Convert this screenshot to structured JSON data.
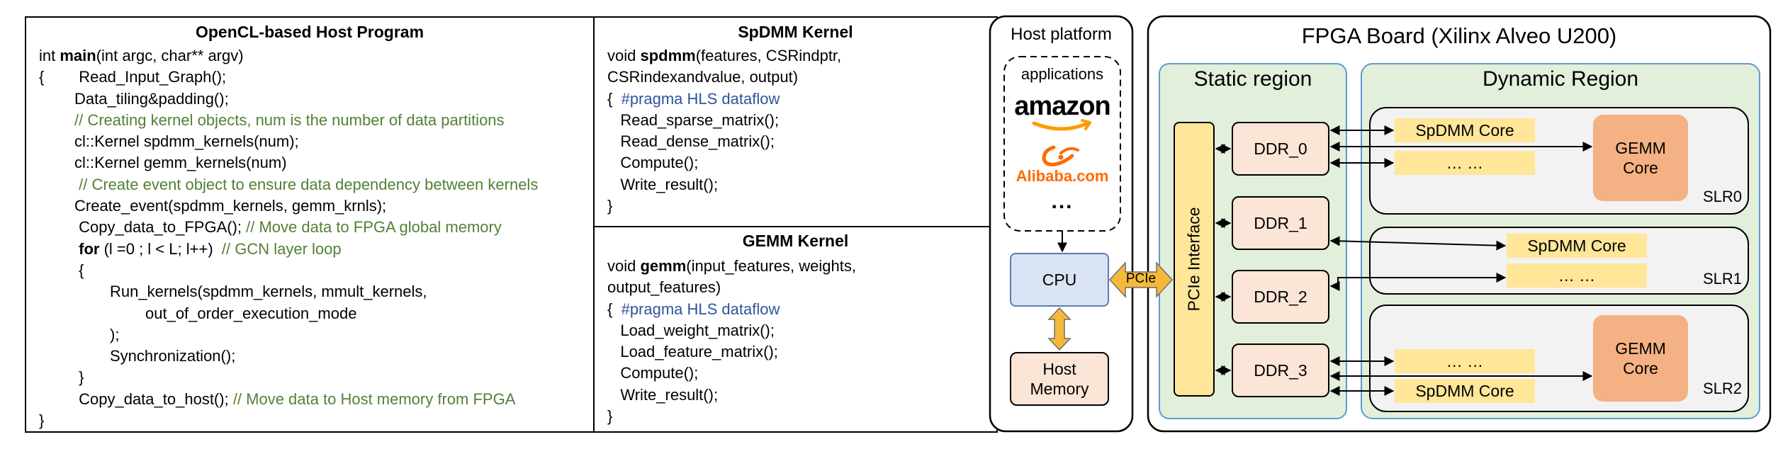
{
  "host_program": {
    "title": "OpenCL-based Host Program",
    "lines": [
      {
        "indent": 0,
        "parts": [
          {
            "t": "int "
          },
          {
            "t": "main",
            "s": "kw"
          },
          {
            "t": "(int argc, char** argv)"
          }
        ]
      },
      {
        "indent": 0,
        "parts": [
          {
            "t": "{        Read_Input_Graph();"
          }
        ]
      },
      {
        "indent": 1,
        "parts": [
          {
            "t": "Data_tiling&padding();"
          }
        ]
      },
      {
        "indent": 1,
        "parts": [
          {
            "t": "// Creating kernel objects, num is the number of data partitions",
            "s": "cmt"
          }
        ]
      },
      {
        "indent": 1,
        "parts": [
          {
            "t": "cl::Kernel spdmm_kernels(num);"
          }
        ]
      },
      {
        "indent": 1,
        "parts": [
          {
            "t": "cl::Kernel gemm_kernels(num)"
          }
        ]
      },
      {
        "indent": 1,
        "parts": [
          {
            "t": " // Create event object to ensure data dependency between kernels",
            "s": "cmt"
          }
        ]
      },
      {
        "indent": 1,
        "parts": [
          {
            "t": "Create_event(spdmm_kernels, gemm_krnls);"
          }
        ]
      },
      {
        "indent": 1,
        "parts": [
          {
            "t": " Copy_data_to_FPGA(); "
          },
          {
            "t": "// Move data to FPGA global memory",
            "s": "cmt"
          }
        ]
      },
      {
        "indent": 1,
        "parts": [
          {
            "t": " "
          },
          {
            "t": "for",
            "s": "kw"
          },
          {
            "t": " (l =0 ; l < L; l++)  "
          },
          {
            "t": "// GCN layer loop",
            "s": "cmt"
          }
        ]
      },
      {
        "indent": 1,
        "parts": [
          {
            "t": " {"
          }
        ]
      },
      {
        "indent": 2,
        "parts": [
          {
            "t": "Run_kernels(spdmm_kernels, mmult_kernels,"
          }
        ]
      },
      {
        "indent": 3,
        "parts": [
          {
            "t": "out_of_order_execution_mode"
          }
        ]
      },
      {
        "indent": 2,
        "parts": [
          {
            "t": ");"
          }
        ]
      },
      {
        "indent": 2,
        "parts": [
          {
            "t": "Synchronization();"
          }
        ]
      },
      {
        "indent": 1,
        "parts": [
          {
            "t": " }"
          }
        ]
      },
      {
        "indent": 1,
        "parts": [
          {
            "t": " Copy_data_to_host(); "
          },
          {
            "t": "// Move data to Host memory from FPGA",
            "s": "cmt"
          }
        ]
      },
      {
        "indent": 0,
        "parts": [
          {
            "t": "}"
          }
        ]
      }
    ]
  },
  "spdmm_kernel": {
    "title": "SpDMM Kernel",
    "lines": [
      {
        "indent": 0,
        "parts": [
          {
            "t": "void "
          },
          {
            "t": "spdmm",
            "s": "kw"
          },
          {
            "t": "(features, CSRindptr,"
          }
        ]
      },
      {
        "indent": 0,
        "parts": [
          {
            "t": "CSRindexandvalue, output)"
          }
        ]
      },
      {
        "indent": 0,
        "parts": [
          {
            "t": "{  "
          },
          {
            "t": "#pragma HLS dataflow",
            "s": "prg"
          }
        ]
      },
      {
        "indent": 0,
        "parts": [
          {
            "t": "   Read_sparse_matrix();"
          }
        ]
      },
      {
        "indent": 0,
        "parts": [
          {
            "t": "   Read_dense_matrix();"
          }
        ]
      },
      {
        "indent": 0,
        "parts": [
          {
            "t": "   Compute();"
          }
        ]
      },
      {
        "indent": 0,
        "parts": [
          {
            "t": "   Write_result();"
          }
        ]
      },
      {
        "indent": 0,
        "parts": [
          {
            "t": "}"
          }
        ]
      }
    ]
  },
  "gemm_kernel": {
    "title": "GEMM Kernel",
    "lines": [
      {
        "indent": 0,
        "parts": [
          {
            "t": "void "
          },
          {
            "t": "gemm",
            "s": "kw"
          },
          {
            "t": "(input_features, weights,"
          }
        ]
      },
      {
        "indent": 0,
        "parts": [
          {
            "t": "output_features)"
          }
        ]
      },
      {
        "indent": 0,
        "parts": [
          {
            "t": "{  "
          },
          {
            "t": "#pragma HLS dataflow",
            "s": "prg"
          }
        ]
      },
      {
        "indent": 0,
        "parts": [
          {
            "t": "   Load_weight_matrix();"
          }
        ]
      },
      {
        "indent": 0,
        "parts": [
          {
            "t": "   Load_feature_matrix();"
          }
        ]
      },
      {
        "indent": 0,
        "parts": [
          {
            "t": "   Compute();"
          }
        ]
      },
      {
        "indent": 0,
        "parts": [
          {
            "t": "   Write_result();"
          }
        ]
      },
      {
        "indent": 0,
        "parts": [
          {
            "t": "}"
          }
        ]
      }
    ]
  },
  "diagram": {
    "host_platform": {
      "title": "Host platform",
      "applications_label": "applications",
      "amazon_logo": "amazon",
      "alibaba_logo": "Alibaba.com",
      "ellipsis": "...",
      "cpu": "CPU",
      "host_memory": [
        "Host",
        "Memory"
      ]
    },
    "pcie_link": "PCIe",
    "fpga_board": {
      "title": "FPGA Board (Xilinx Alveo U200)",
      "static_region": {
        "title": "Static region",
        "pcie_interface": "PCIe Interface",
        "ddr": [
          "DDR_0",
          "DDR_1",
          "DDR_2",
          "DDR_3"
        ]
      },
      "dynamic_region": {
        "title": "Dynamic Region",
        "slr0": {
          "label": "SLR0",
          "core_top": "SpDMM Core",
          "core_bottom": "… …",
          "gemm": [
            "GEMM",
            "Core"
          ]
        },
        "slr1": {
          "label": "SLR1",
          "core_top": "SpDMM Core",
          "core_bottom": "… …"
        },
        "slr2": {
          "label": "SLR2",
          "core_top": "… …",
          "core_bottom": "SpDMM Core",
          "gemm": [
            "GEMM",
            "Core"
          ]
        }
      }
    },
    "colors": {
      "static_fill": "#e2efda",
      "region_border": "#5b9bd5",
      "cpu_fill": "#dae3f3",
      "cpu_border": "#5b7bb5",
      "ddr_fill": "#fbe5d6",
      "core_fill": "#ffe699",
      "gemm_fill": "#f4b183",
      "pcie_arrow": "#f5b93a",
      "amazon_orange": "#ff9900",
      "alibaba_orange": "#ff6a00"
    }
  }
}
